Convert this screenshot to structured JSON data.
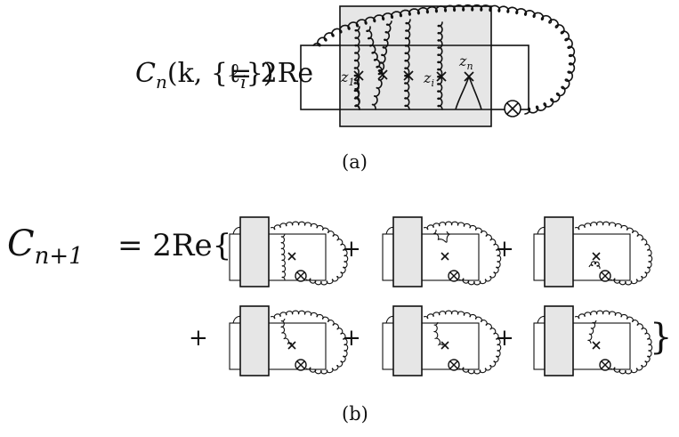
{
  "panel_a": {
    "equation_lhs": "C",
    "equation_sub": "n",
    "equation_args": "(k, {ℓ",
    "equation_args_sub": "i",
    "equation_args_end": "})",
    "equation_rhs": "= 2Re",
    "label_z1": "z",
    "label_z1_sub": "1",
    "label_zi": "z",
    "label_zi_sub": "i",
    "label_zn": "z",
    "label_zn_sub": "n",
    "caption": "(a)",
    "highlight_color": "#e0202a",
    "blob_color": "#e6e6e6"
  },
  "panel_b": {
    "lhs": "C",
    "lhs_sub": "n+1",
    "rhs": "= 2Re{",
    "plus": "+",
    "close_brace": "}",
    "caption": "(b)",
    "diagram_count": 6
  }
}
